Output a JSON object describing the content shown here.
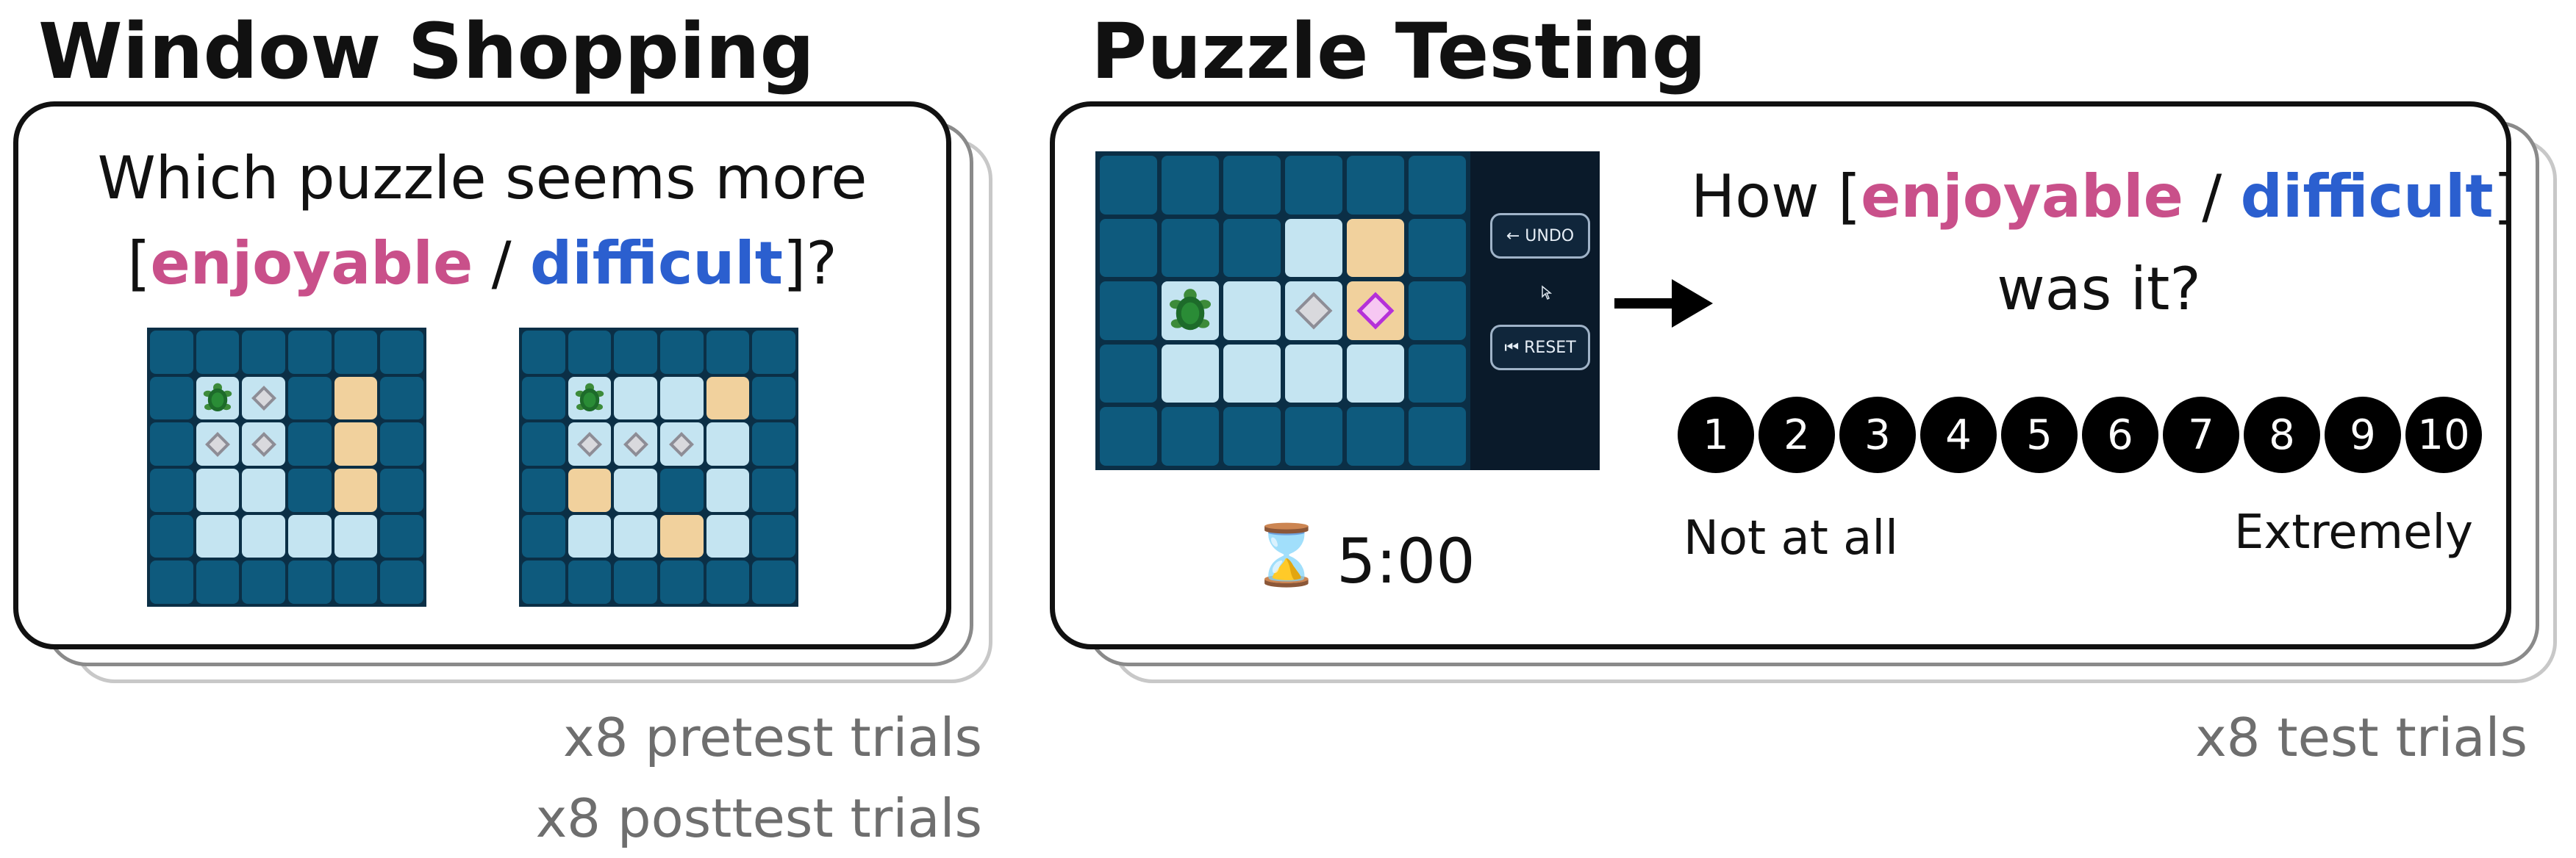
{
  "window_shopping": {
    "title": "Window Shopping",
    "question_line1": "Which puzzle seems more",
    "bracket_open": "[",
    "word_enjoyable": "enjoyable",
    "slash": " / ",
    "word_difficult": "difficult",
    "bracket_close": "]?",
    "trials_pretest": "x8 pretest trials",
    "trials_posttest": "x8 posttest trials"
  },
  "puzzle_testing": {
    "title": "Puzzle Testing",
    "undo_label": "← UNDO",
    "reset_label": "⏮ RESET",
    "timer_icon": "⌛",
    "timer": "5:00",
    "question_prefix": "How [",
    "word_enjoyable": "enjoyable",
    "slash": " / ",
    "word_difficult": "difficult",
    "bracket_close": "]",
    "question_line2": "was it?",
    "scale": [
      "1",
      "2",
      "3",
      "4",
      "5",
      "6",
      "7",
      "8",
      "9",
      "10"
    ],
    "scale_low_label": "Not at all",
    "scale_high_label": "Extremely",
    "trials": "x8 test trials"
  },
  "colors": {
    "enjoyable": "#c9508a",
    "difficult": "#2b5fcf",
    "dark_tile": "#0e5a7d",
    "light_tile": "#c4e4f1",
    "tan_tile": "#f1d19d"
  },
  "icons": {
    "turtle": "turtle-icon",
    "grey_gem": "grey-diamond-icon",
    "purple_gem": "purple-diamond-icon",
    "arrow": "right-arrow-icon",
    "hourglass": "hourglass-icon"
  }
}
